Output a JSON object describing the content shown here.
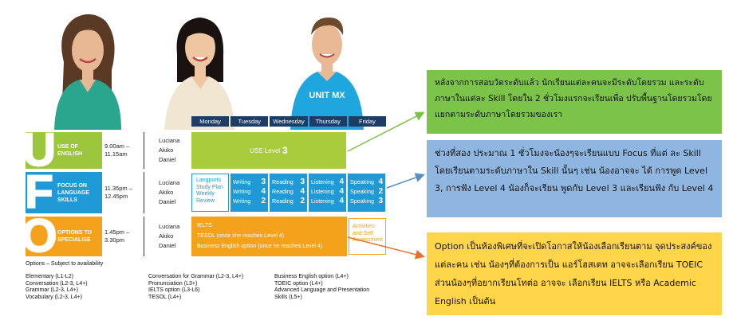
{
  "days": [
    "Monday",
    "Tuesday",
    "Wednesday",
    "Thursday",
    "Friday"
  ],
  "tshirt_text": "UNIT MX",
  "rows": {
    "use": {
      "letter": "U",
      "label": "USE OF ENGLISH",
      "time_start": "9.00am –",
      "time_end": "11.15am"
    },
    "focus": {
      "letter": "F",
      "label": "FOCUS ON LANGUAGE SKILLS",
      "time_start": "11.35pm –",
      "time_end": "12.45pm"
    },
    "options": {
      "letter": "O",
      "label": "OPTIONS TO SPECIALISE",
      "time_start": "1.45pm –",
      "time_end": "3.30pm"
    }
  },
  "names": [
    "Luciana",
    "Akiko",
    "Daniel"
  ],
  "use_level": {
    "text": "USE Level",
    "num": "3"
  },
  "langports": "Langports Study Plan Weekly Review",
  "skills": [
    {
      "lines": [
        {
          "t": "Writing",
          "n": "3"
        },
        {
          "t": "Writing",
          "n": "4"
        },
        {
          "t": "Writing",
          "n": "2"
        }
      ]
    },
    {
      "lines": [
        {
          "t": "Reading",
          "n": "3"
        },
        {
          "t": "Reading",
          "n": "4"
        },
        {
          "t": "Reading",
          "n": "2"
        }
      ]
    },
    {
      "lines": [
        {
          "t": "Listening",
          "n": "4"
        },
        {
          "t": "Listening",
          "n": "4"
        },
        {
          "t": "Listening",
          "n": "4"
        }
      ]
    },
    {
      "lines": [
        {
          "t": "Speaking",
          "n": "4"
        },
        {
          "t": "Speaking",
          "n": "2"
        },
        {
          "t": "Speaking",
          "n": "3"
        }
      ]
    }
  ],
  "ielts": [
    "IELTS",
    "TESOL (once she reaches Level 4)",
    "Business English option (once he reaches Level 4)"
  ],
  "activities": "Activities and Self Assessment",
  "options_footer": {
    "heading": "Options – Subject to availability",
    "col1": [
      "Elementary (L1-L2)",
      "Conversation (L2-3, L4+)",
      "Grammar (L2-3, L4+)",
      "Vocabulary (L2-3, L4+)"
    ],
    "col2": [
      "Conversation for Grammar (L2-3, L4+)",
      "Pronunciation (L3+)",
      "IELTS option (L3-L6)",
      "TESOL (L4+)"
    ],
    "col3": [
      "Business English option (L4+)",
      "TOEIC option (L4+)",
      "Advanced Language and Presentation",
      "Skills (L5+)"
    ]
  },
  "callouts": {
    "c1": "หลังจากการสอบวัดระดับแล้ว นักเรียนแต่ละคนจะมีระดับโดยรวม และระดับภาษาในแต่ละ Skill โดยใน 2 ชั่วโมงแรกจะเรียนเพื่อ ปรับพื้นฐานโดยรวมโดยแยกตามระดับภาษาโดยรวมของเรา",
    "c2": "ช่วงที่สอง ประมาณ 1 ชั่วโมงจะน้องๆจะเรียนแบบ Focus ที่แต่ ละ Skill โดยเรียนตามระดับภาษาใน Skill นั้นๆ เช่น น้องอาจจะ ได้ การพูด Level 3, การฟัง Level 4 น้องก็จะเรียน พูดกับ Level 3 และเรียนฟัง กับ Level 4",
    "c3": "Option เป็นห้องพิเศษที่จะเปิดโอกาสให้น้องเลือกเรียนตาม จุดประสงค์ของแต่ละคน เช่น น้องๆที่ต้องการเป็น แอร์โฮสเตท อาจจะเลือกเรียน TOEIC ส่วนน้องๆที่อยากเรียนโทต่อ อาจจะ เลือกเรียน IELTS หรือ Academic English เป็นต้น"
  },
  "colors": {
    "green": "#9cc63b",
    "blue": "#1f9ad6",
    "orange": "#f4a21c",
    "navy": "#1c3d66",
    "callout_green": "#7cc349",
    "callout_blue": "#8fb6e0",
    "callout_yellow": "#ffd54a"
  }
}
